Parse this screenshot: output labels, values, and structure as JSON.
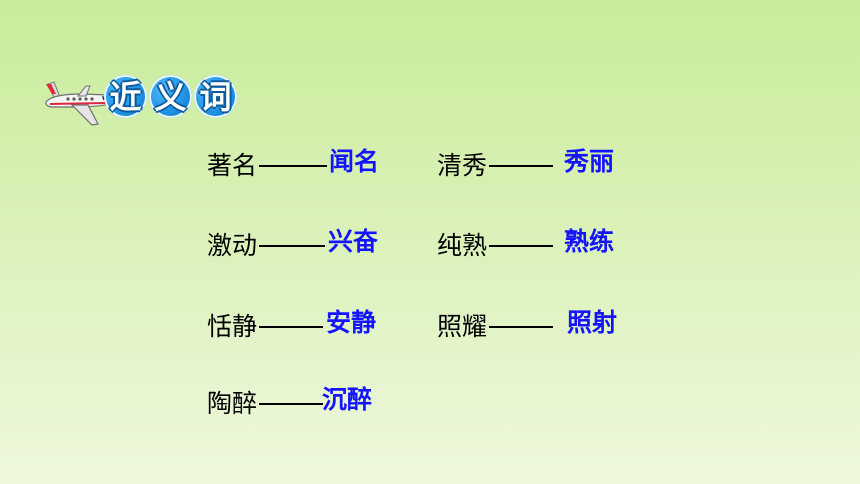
{
  "header": {
    "title_chars": [
      "近",
      "义",
      "词"
    ]
  },
  "pairs": [
    {
      "word": "著名",
      "answer": "闻名"
    },
    {
      "word": "清秀",
      "answer": "秀丽"
    },
    {
      "word": "激动",
      "answer": "兴奋"
    },
    {
      "word": "纯熟",
      "answer": "熟练"
    },
    {
      "word": "恬静",
      "answer": "安静"
    },
    {
      "word": "照耀",
      "answer": "照射"
    },
    {
      "word": "陶醉",
      "answer": "沉醉"
    }
  ],
  "colors": {
    "answer": "#1414ff",
    "word": "#000000",
    "title_bubble": "#1c8fe0"
  },
  "icons": {
    "header_icon": "airplane-icon"
  }
}
